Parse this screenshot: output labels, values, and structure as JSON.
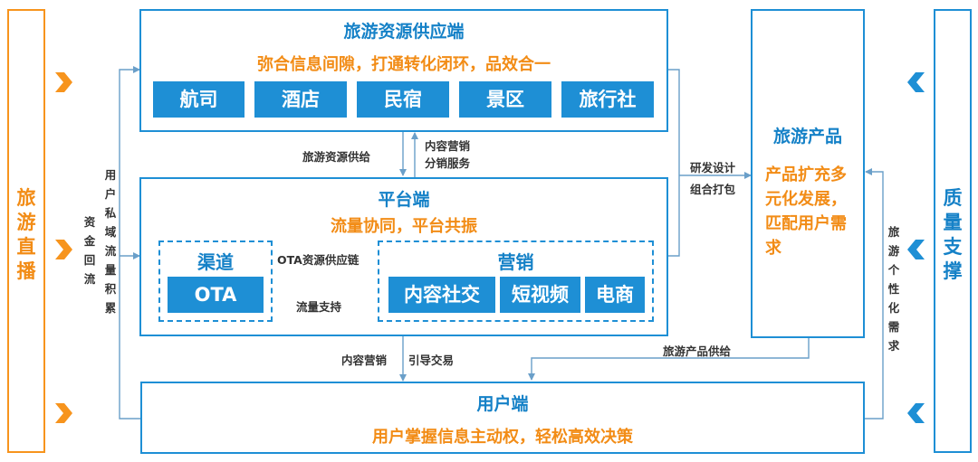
{
  "left_panel": {
    "label": "旅游直播"
  },
  "right_panel": {
    "label": "质量支撑"
  },
  "supply": {
    "title": "旅游资源供应端",
    "subtitle": "弥合信息间隙，打通转化闭环，品效合一",
    "items": [
      "航司",
      "酒店",
      "民宿",
      "景区",
      "旅行社"
    ]
  },
  "platform": {
    "title": "平台端",
    "subtitle": "流量协同，平台共振",
    "channel": {
      "title": "渠道",
      "item": "OTA"
    },
    "marketing": {
      "title": "营销",
      "items": [
        "内容社交",
        "短视频",
        "电商"
      ]
    }
  },
  "product": {
    "title": "旅游产品",
    "text": "产品扩充多元化发展，匹配用户需求"
  },
  "user": {
    "title": "用户端",
    "subtitle": "用户掌握信息主动权，轻松高效决策"
  },
  "labels": {
    "resource_supply": "旅游资源供给",
    "content_marketing_top": "内容营销",
    "distribution_service": "分销服务",
    "rd_design": "研发设计",
    "bundle": "组合打包",
    "ota_supply_chain": "OTA资源供应链",
    "traffic_support": "流量支持",
    "user_private_traffic": "用户私域流量积累",
    "capital_return": "资金回流",
    "content_marketing_bottom": "内容营销",
    "guide_trade": "引导交易",
    "product_supply": "旅游产品供给",
    "personalized_demand": "旅游个性化需求"
  },
  "colors": {
    "orange": "#f7941d",
    "blue": "#1e8fd5",
    "title_blue": "#1581c7",
    "sub_orange": "#f28c16"
  }
}
